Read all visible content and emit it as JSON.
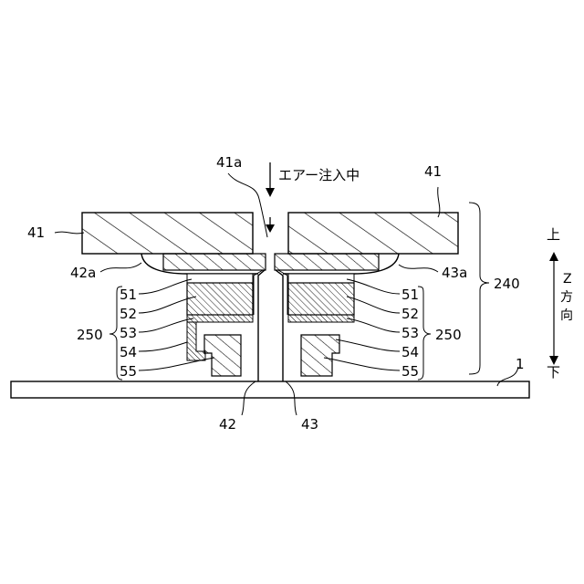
{
  "labels": {
    "air_inlet": "41a",
    "air_text": "エアー注入中",
    "plate_left": "41",
    "plate_right": "41",
    "edge_left": "42a",
    "edge_right": "43a",
    "group": "240",
    "sub_group_left": "250",
    "sub_group_right": "250",
    "left_parts": [
      "51",
      "52",
      "53",
      "54",
      "55"
    ],
    "right_parts": [
      "51",
      "52",
      "53",
      "54",
      "55"
    ],
    "sheet_left": "42",
    "sheet_right": "43",
    "base": "1",
    "axis_top": "上",
    "axis_bottom": "下",
    "axis_z": "Z",
    "axis_fang": "方",
    "axis_xiang": "向"
  }
}
